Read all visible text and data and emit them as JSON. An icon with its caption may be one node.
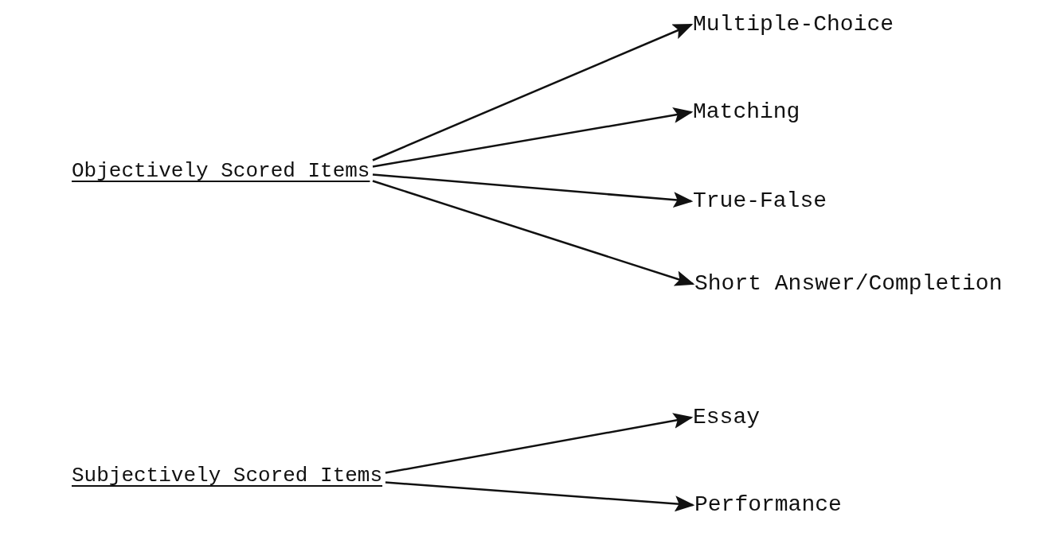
{
  "diagram": {
    "nodes": [
      {
        "text": [
          "Objectively Scored Items"
        ]
      },
      {
        "text": [
          "Multiple-Choice"
        ]
      },
      {
        "text": [
          "Matching"
        ]
      },
      {
        "text": [
          "True-False"
        ]
      },
      {
        "text": [
          "Short Answer/Completion"
        ]
      },
      {
        "text": [
          "Subjectively Scored Items"
        ]
      },
      {
        "text": [
          "Essay"
        ]
      },
      {
        "text": [
          "Performance"
        ]
      }
    ],
    "edges": [
      {
        "from": 0,
        "to": 1,
        "arrow": "to"
      },
      {
        "from": 0,
        "to": 2,
        "arrow": "to"
      },
      {
        "from": 0,
        "to": 3,
        "arrow": "to"
      },
      {
        "from": 0,
        "to": 4,
        "arrow": "to"
      },
      {
        "from": 5,
        "to": 6,
        "arrow": "to"
      },
      {
        "from": 5,
        "to": 7,
        "arrow": "to"
      }
    ]
  }
}
